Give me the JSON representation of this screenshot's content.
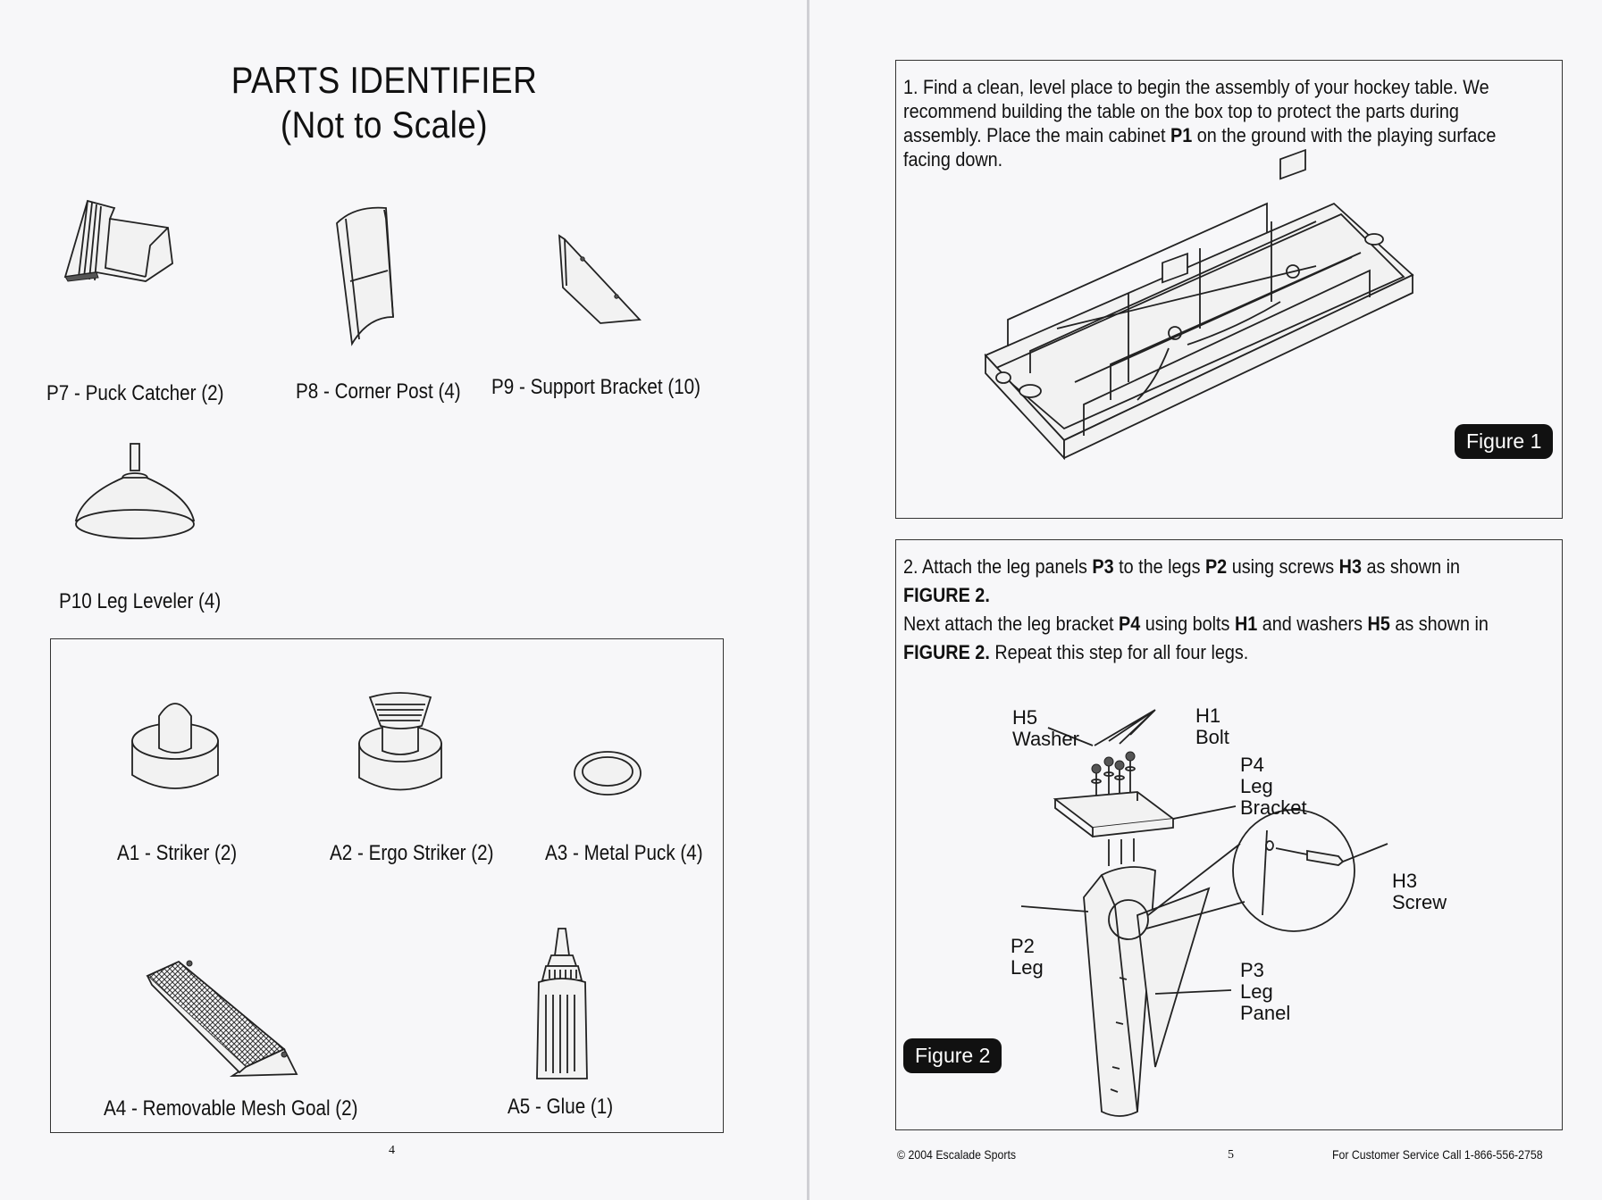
{
  "left_page": {
    "title_line1": "PARTS IDENTIFIER",
    "title_line2": "(Not to Scale)",
    "parts": [
      {
        "label": "P7 - Puck Catcher (2)"
      },
      {
        "label": "P8 - Corner Post (4)"
      },
      {
        "label": "P9 - Support Bracket (10)"
      },
      {
        "label": "P10 Leg Leveler (4)"
      }
    ],
    "accessories": [
      {
        "label": "A1 - Striker (2)"
      },
      {
        "label": "A2 - Ergo Striker (2)"
      },
      {
        "label": "A3 - Metal Puck (4)"
      },
      {
        "label": "A4 - Removable Mesh Goal (2)"
      },
      {
        "label": "A5 - Glue (1)"
      }
    ],
    "page_number": "4"
  },
  "right_page": {
    "step1": {
      "number": "1.",
      "parts": [
        "Find a clean, level place to begin the assembly of your hockey table.  We recommend building the table on the box top to protect the parts during assembly. Place the main cabinet ",
        "P1",
        " on the ground with the playing surface facing  down."
      ],
      "figure_label": "Figure 1"
    },
    "step2": {
      "number": "2.",
      "parts": [
        "Attach the leg panels ",
        "P3",
        " to the legs ",
        "P2",
        " using screws ",
        "H3",
        " as shown in ",
        "FIGURE 2.",
        " Next attach the leg bracket ",
        "P4",
        " using bolts ",
        "H1",
        " and washers ",
        "H5",
        " as shown in ",
        "FIGURE 2.",
        " Repeat this step for all four legs."
      ],
      "figure_label": "Figure 2",
      "callouts": {
        "h5": "H5\nWasher",
        "h1": "H1\nBolt",
        "p4": "P4\nLeg\nBracket",
        "h3": "H3\nScrew",
        "p2": "P2\nLeg",
        "p3": "P3\nLeg\nPanel"
      }
    },
    "footer": {
      "copyright": "© 2004 Escalade Sports",
      "page_number": "5",
      "service": "For Customer Service Call 1-866-556-2758"
    }
  }
}
